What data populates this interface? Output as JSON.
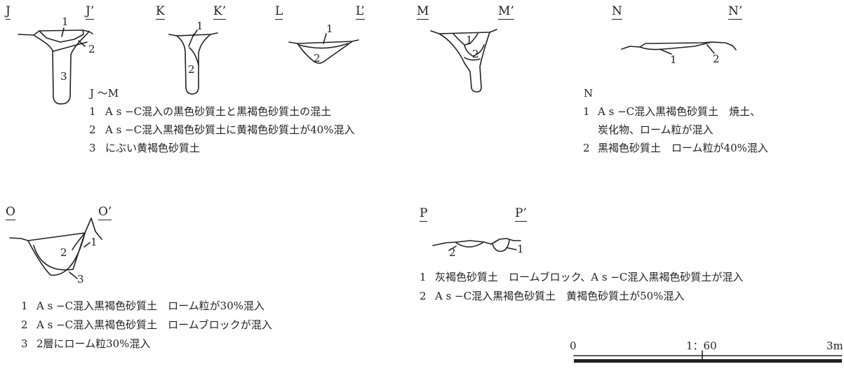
{
  "sections": {
    "J": {
      "start": "J",
      "end": "J’",
      "layers": [
        "1",
        "2",
        "3"
      ]
    },
    "K": {
      "start": "K",
      "end": "K’",
      "layers": [
        "1",
        "2"
      ]
    },
    "L": {
      "start": "L",
      "end": "L’",
      "layers": [
        "1",
        "2"
      ]
    },
    "M": {
      "start": "M",
      "end": "M’",
      "layers": [
        "1",
        "2"
      ]
    },
    "N": {
      "start": "N",
      "end": "N’",
      "layers": [
        "1",
        "2"
      ]
    },
    "O": {
      "start": "O",
      "end": "O’",
      "layers": [
        "1",
        "2",
        "3"
      ]
    },
    "P": {
      "start": "P",
      "end": "P’",
      "layers": [
        "1",
        "2"
      ]
    }
  },
  "legend_jm": {
    "heading": "J ～M",
    "items": [
      {
        "no": "1",
        "text": "A s −C混入の黒色砂質土と黒褐色砂質土の混土"
      },
      {
        "no": "2",
        "text": "A s −C混入黒褐色砂質土に黄褐色砂質土が40%混入"
      },
      {
        "no": "3",
        "text": "にぶい黄褐色砂質土"
      }
    ]
  },
  "legend_n": {
    "heading": "N",
    "items": [
      {
        "no": "1",
        "text": "A s −C混入黒褐色砂質土　焼土、",
        "cont": "炭化物、ローム粒が混入"
      },
      {
        "no": "2",
        "text": "黒褐色砂質土　ローム粒が40%混入"
      }
    ]
  },
  "legend_o": {
    "items": [
      {
        "no": "1",
        "text": "A s −C混入黒褐色砂質土　ローム粒が30%混入"
      },
      {
        "no": "2",
        "text": "A s −C混入黒褐色砂質土　ロームブロックが混入"
      },
      {
        "no": "3",
        "text": "2層にローム粒30%混入"
      }
    ]
  },
  "legend_p": {
    "items": [
      {
        "no": "1",
        "text": "灰褐色砂質土　ロームブロック、A s −C混入黒褐色砂質土が混入"
      },
      {
        "no": "2",
        "text": "A s −C混入黒褐色砂質土　黄褐色砂質土が50%混入"
      }
    ]
  },
  "scale": {
    "start": "0",
    "ratio": "1：60",
    "end": "3m"
  }
}
